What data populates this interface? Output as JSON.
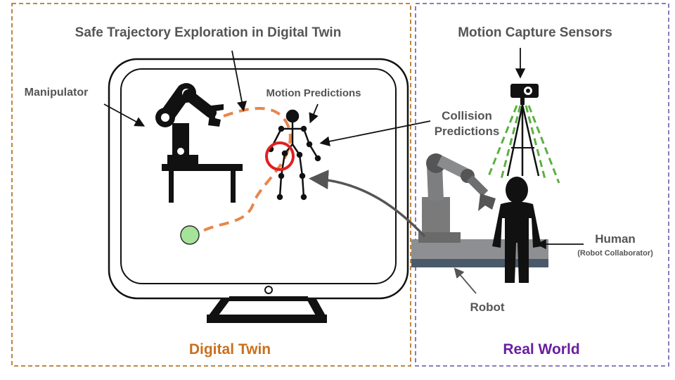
{
  "labels": {
    "safe_trajectory": "Safe Trajectory Exploration in Digital Twin",
    "motion_capture": "Motion Capture Sensors",
    "manipulator": "Manipulator",
    "motion_predictions": "Motion Predictions",
    "collision_line1": "Collision",
    "collision_line2": "Predictions",
    "human": "Human",
    "human_sub": "(Robot Collaborator)",
    "robot": "Robot",
    "digital_twin": "Digital Twin",
    "real_world": "Real World"
  },
  "colors": {
    "digital_twin_border": "#b5782a",
    "real_world_border": "#7b6bb5",
    "digital_twin_text": "#c8701e",
    "real_world_text": "#6a1ea0",
    "label_text": "#555555",
    "trajectory": "#e8864a",
    "collision_circle": "#e02020",
    "goal_fill": "#a6e39a",
    "sensor_rays": "#5ab040"
  }
}
